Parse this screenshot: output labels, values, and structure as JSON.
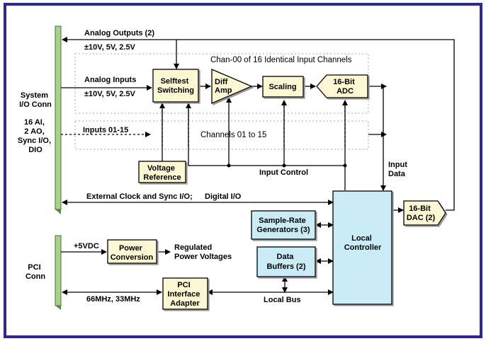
{
  "connectors": {
    "system_io": {
      "title_lines": [
        "System",
        "I/O Conn"
      ],
      "desc_lines": [
        "16 AI,",
        "2 AO,",
        "Sync I/O,",
        "DIO"
      ]
    },
    "pci": {
      "title_lines": [
        "PCI",
        "Conn"
      ]
    }
  },
  "blocks": {
    "selftest": [
      "Selftest",
      "Switching"
    ],
    "diff_amp": [
      "Diff",
      "Amp"
    ],
    "scaling": [
      "Scaling"
    ],
    "adc": [
      "16-Bit",
      "ADC"
    ],
    "voltage_reference": [
      "Voltage",
      "Reference"
    ],
    "dac": [
      "16-Bit",
      "DAC (2)"
    ],
    "sample_rate": [
      "Sample-Rate",
      "Generators (3)"
    ],
    "local_controller": [
      "Local",
      "Controller"
    ],
    "data_buffers": [
      "Data",
      "Buffers (2)"
    ],
    "power_conversion": [
      "Power",
      "Conversion"
    ],
    "pci_adapter": [
      "PCI",
      "Interface",
      "Adapter"
    ]
  },
  "labels": {
    "analog_outputs": "Analog Outputs (2)",
    "analog_outputs_range": "±10V, 5V, 2.5V",
    "chan00": "Chan-00 of 16 Identical Input Channels",
    "analog_inputs": "Analog Inputs",
    "analog_inputs_range": "±10V, 5V, 2.5V",
    "inputs_01_15": "Inputs 01-15",
    "channels_01_15": "Channels 01 to 15",
    "input_control": "Input Control",
    "input_data": [
      "Input",
      "Data"
    ],
    "ext_clock": "External Clock and Sync I/O;",
    "digital_io": "Digital I/O",
    "vdc": "+5VDC",
    "regulated": [
      "Regulated",
      "Power Voltages"
    ],
    "clock_freq": "66MHz, 33MHz",
    "local_bus": "Local Bus"
  },
  "colors": {
    "frame": "#2a2a8c",
    "block_fill": "#fdf7d4",
    "controller_fill": "#c9ecf6",
    "connector_fill": "#a9d18e",
    "dotted_region": "#c8d6d6"
  }
}
